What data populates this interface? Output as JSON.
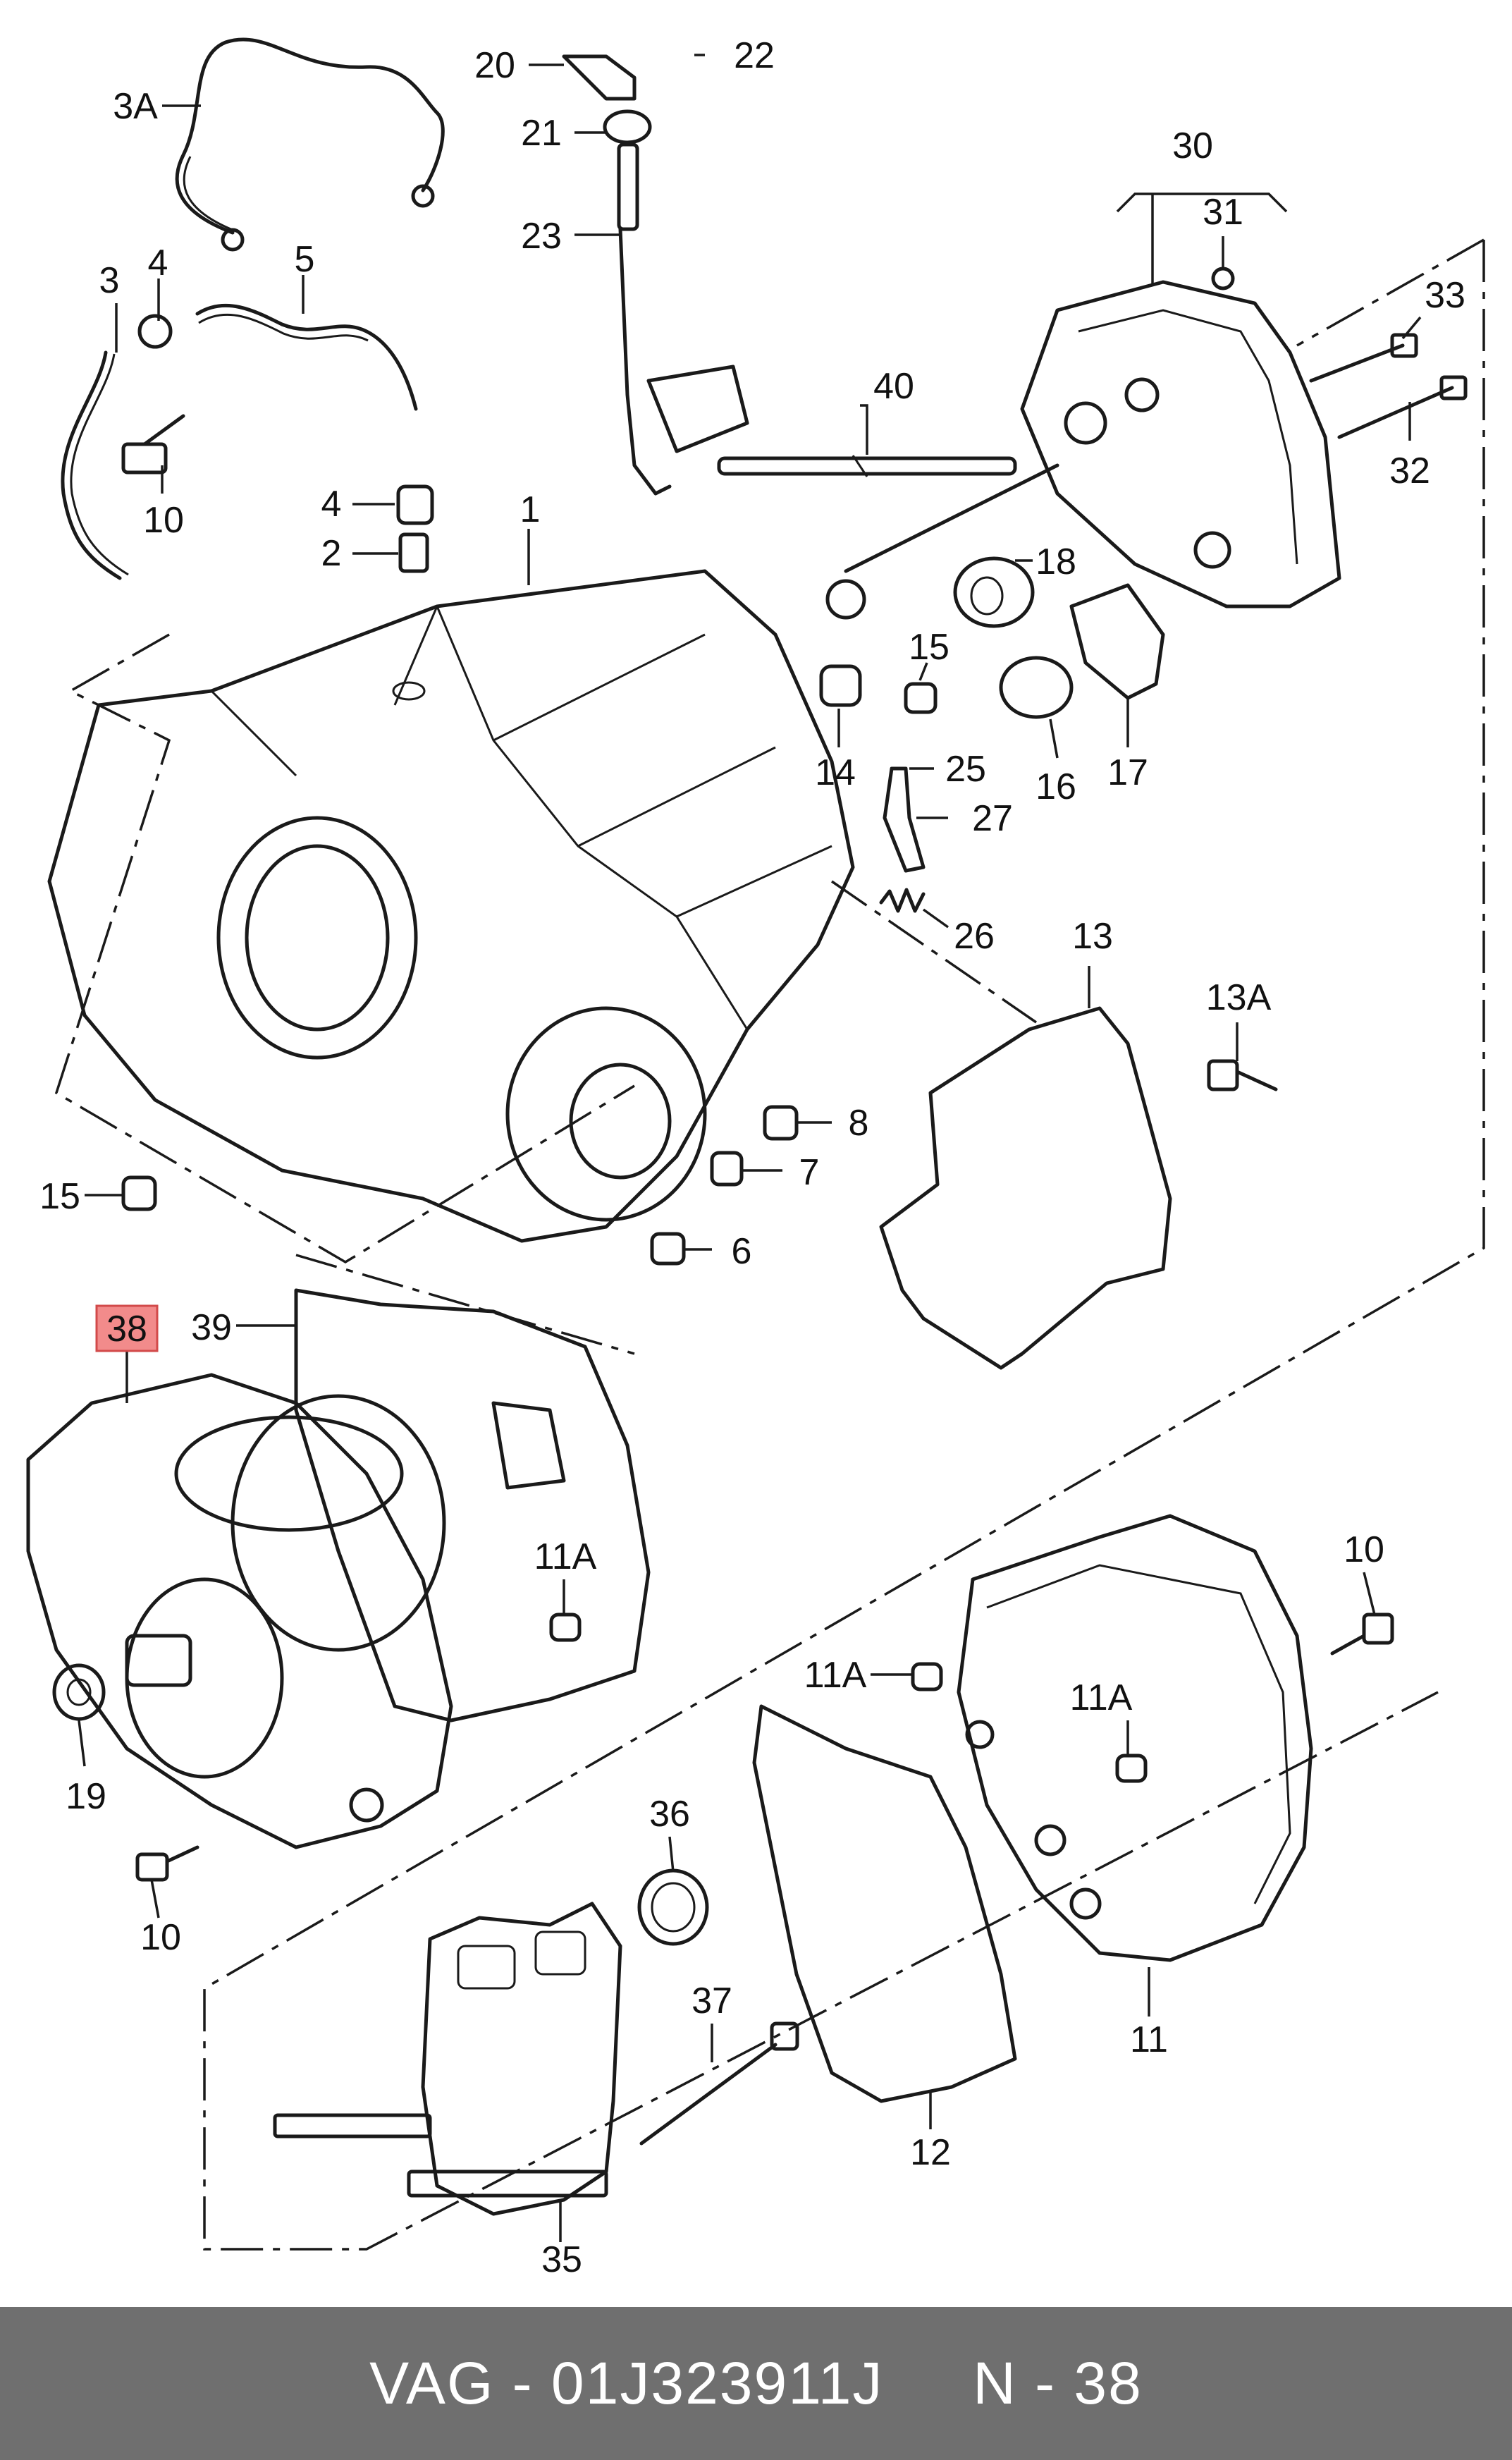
{
  "callouts": [
    {
      "id": "3a",
      "text": "3A"
    },
    {
      "id": "3",
      "text": "3"
    },
    {
      "id": "4a",
      "text": "4"
    },
    {
      "id": "5",
      "text": "5"
    },
    {
      "id": "10a",
      "text": "10"
    },
    {
      "id": "4b",
      "text": "4"
    },
    {
      "id": "2",
      "text": "2"
    },
    {
      "id": "1",
      "text": "1"
    },
    {
      "id": "20",
      "text": "20"
    },
    {
      "id": "22",
      "text": "22"
    },
    {
      "id": "21",
      "text": "21"
    },
    {
      "id": "23",
      "text": "23"
    },
    {
      "id": "30",
      "text": "30"
    },
    {
      "id": "31",
      "text": "31"
    },
    {
      "id": "33",
      "text": "33"
    },
    {
      "id": "32",
      "text": "32"
    },
    {
      "id": "40",
      "text": "40"
    },
    {
      "id": "18",
      "text": "18"
    },
    {
      "id": "15a",
      "text": "15"
    },
    {
      "id": "14",
      "text": "14"
    },
    {
      "id": "16",
      "text": "16"
    },
    {
      "id": "17",
      "text": "17"
    },
    {
      "id": "25",
      "text": "25"
    },
    {
      "id": "27",
      "text": "27"
    },
    {
      "id": "26",
      "text": "26"
    },
    {
      "id": "13",
      "text": "13"
    },
    {
      "id": "13a",
      "text": "13A"
    },
    {
      "id": "8",
      "text": "8"
    },
    {
      "id": "7",
      "text": "7"
    },
    {
      "id": "6",
      "text": "6"
    },
    {
      "id": "15b",
      "text": "15"
    },
    {
      "id": "38",
      "text": "38"
    },
    {
      "id": "39",
      "text": "39"
    },
    {
      "id": "11a1",
      "text": "11A"
    },
    {
      "id": "19",
      "text": "19"
    },
    {
      "id": "10b",
      "text": "10"
    },
    {
      "id": "10c",
      "text": "10"
    },
    {
      "id": "11a2",
      "text": "11A"
    },
    {
      "id": "11a3",
      "text": "11A"
    },
    {
      "id": "36",
      "text": "36"
    },
    {
      "id": "37",
      "text": "37"
    },
    {
      "id": "12",
      "text": "12"
    },
    {
      "id": "11",
      "text": "11"
    },
    {
      "id": "35",
      "text": "35"
    }
  ],
  "highlight": {
    "callout": "38",
    "color": "#f28b8b"
  },
  "footer": {
    "text": "VAG - 01J323911J     N - 38",
    "background": "#6f6f6f"
  }
}
